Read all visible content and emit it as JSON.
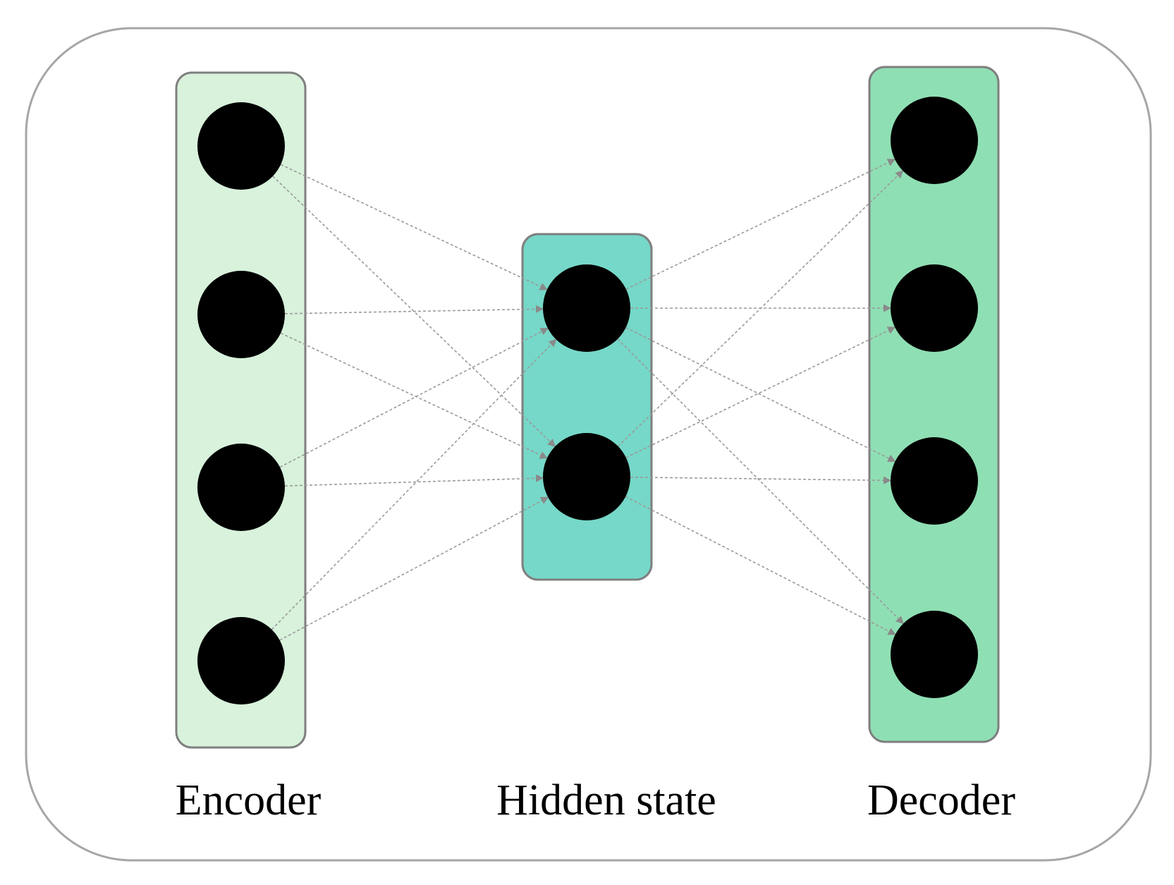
{
  "labels": {
    "encoder": "Encoder",
    "hidden": "Hidden state",
    "decoder": "Decoder"
  },
  "layers": {
    "encoder": {
      "node_count": 4,
      "fill": "#d8f2dc"
    },
    "hidden": {
      "node_count": 2,
      "fill": "#76d8c8"
    },
    "decoder": {
      "node_count": 4,
      "fill": "#8fdfb4"
    }
  },
  "colors": {
    "frame_stroke": "#a6a6a6",
    "box_stroke": "#7f7f7f",
    "node": "#000000",
    "connection": "#9a9a9a"
  },
  "connectivity": "fully-connected, dashed arrows from each layer to the next"
}
